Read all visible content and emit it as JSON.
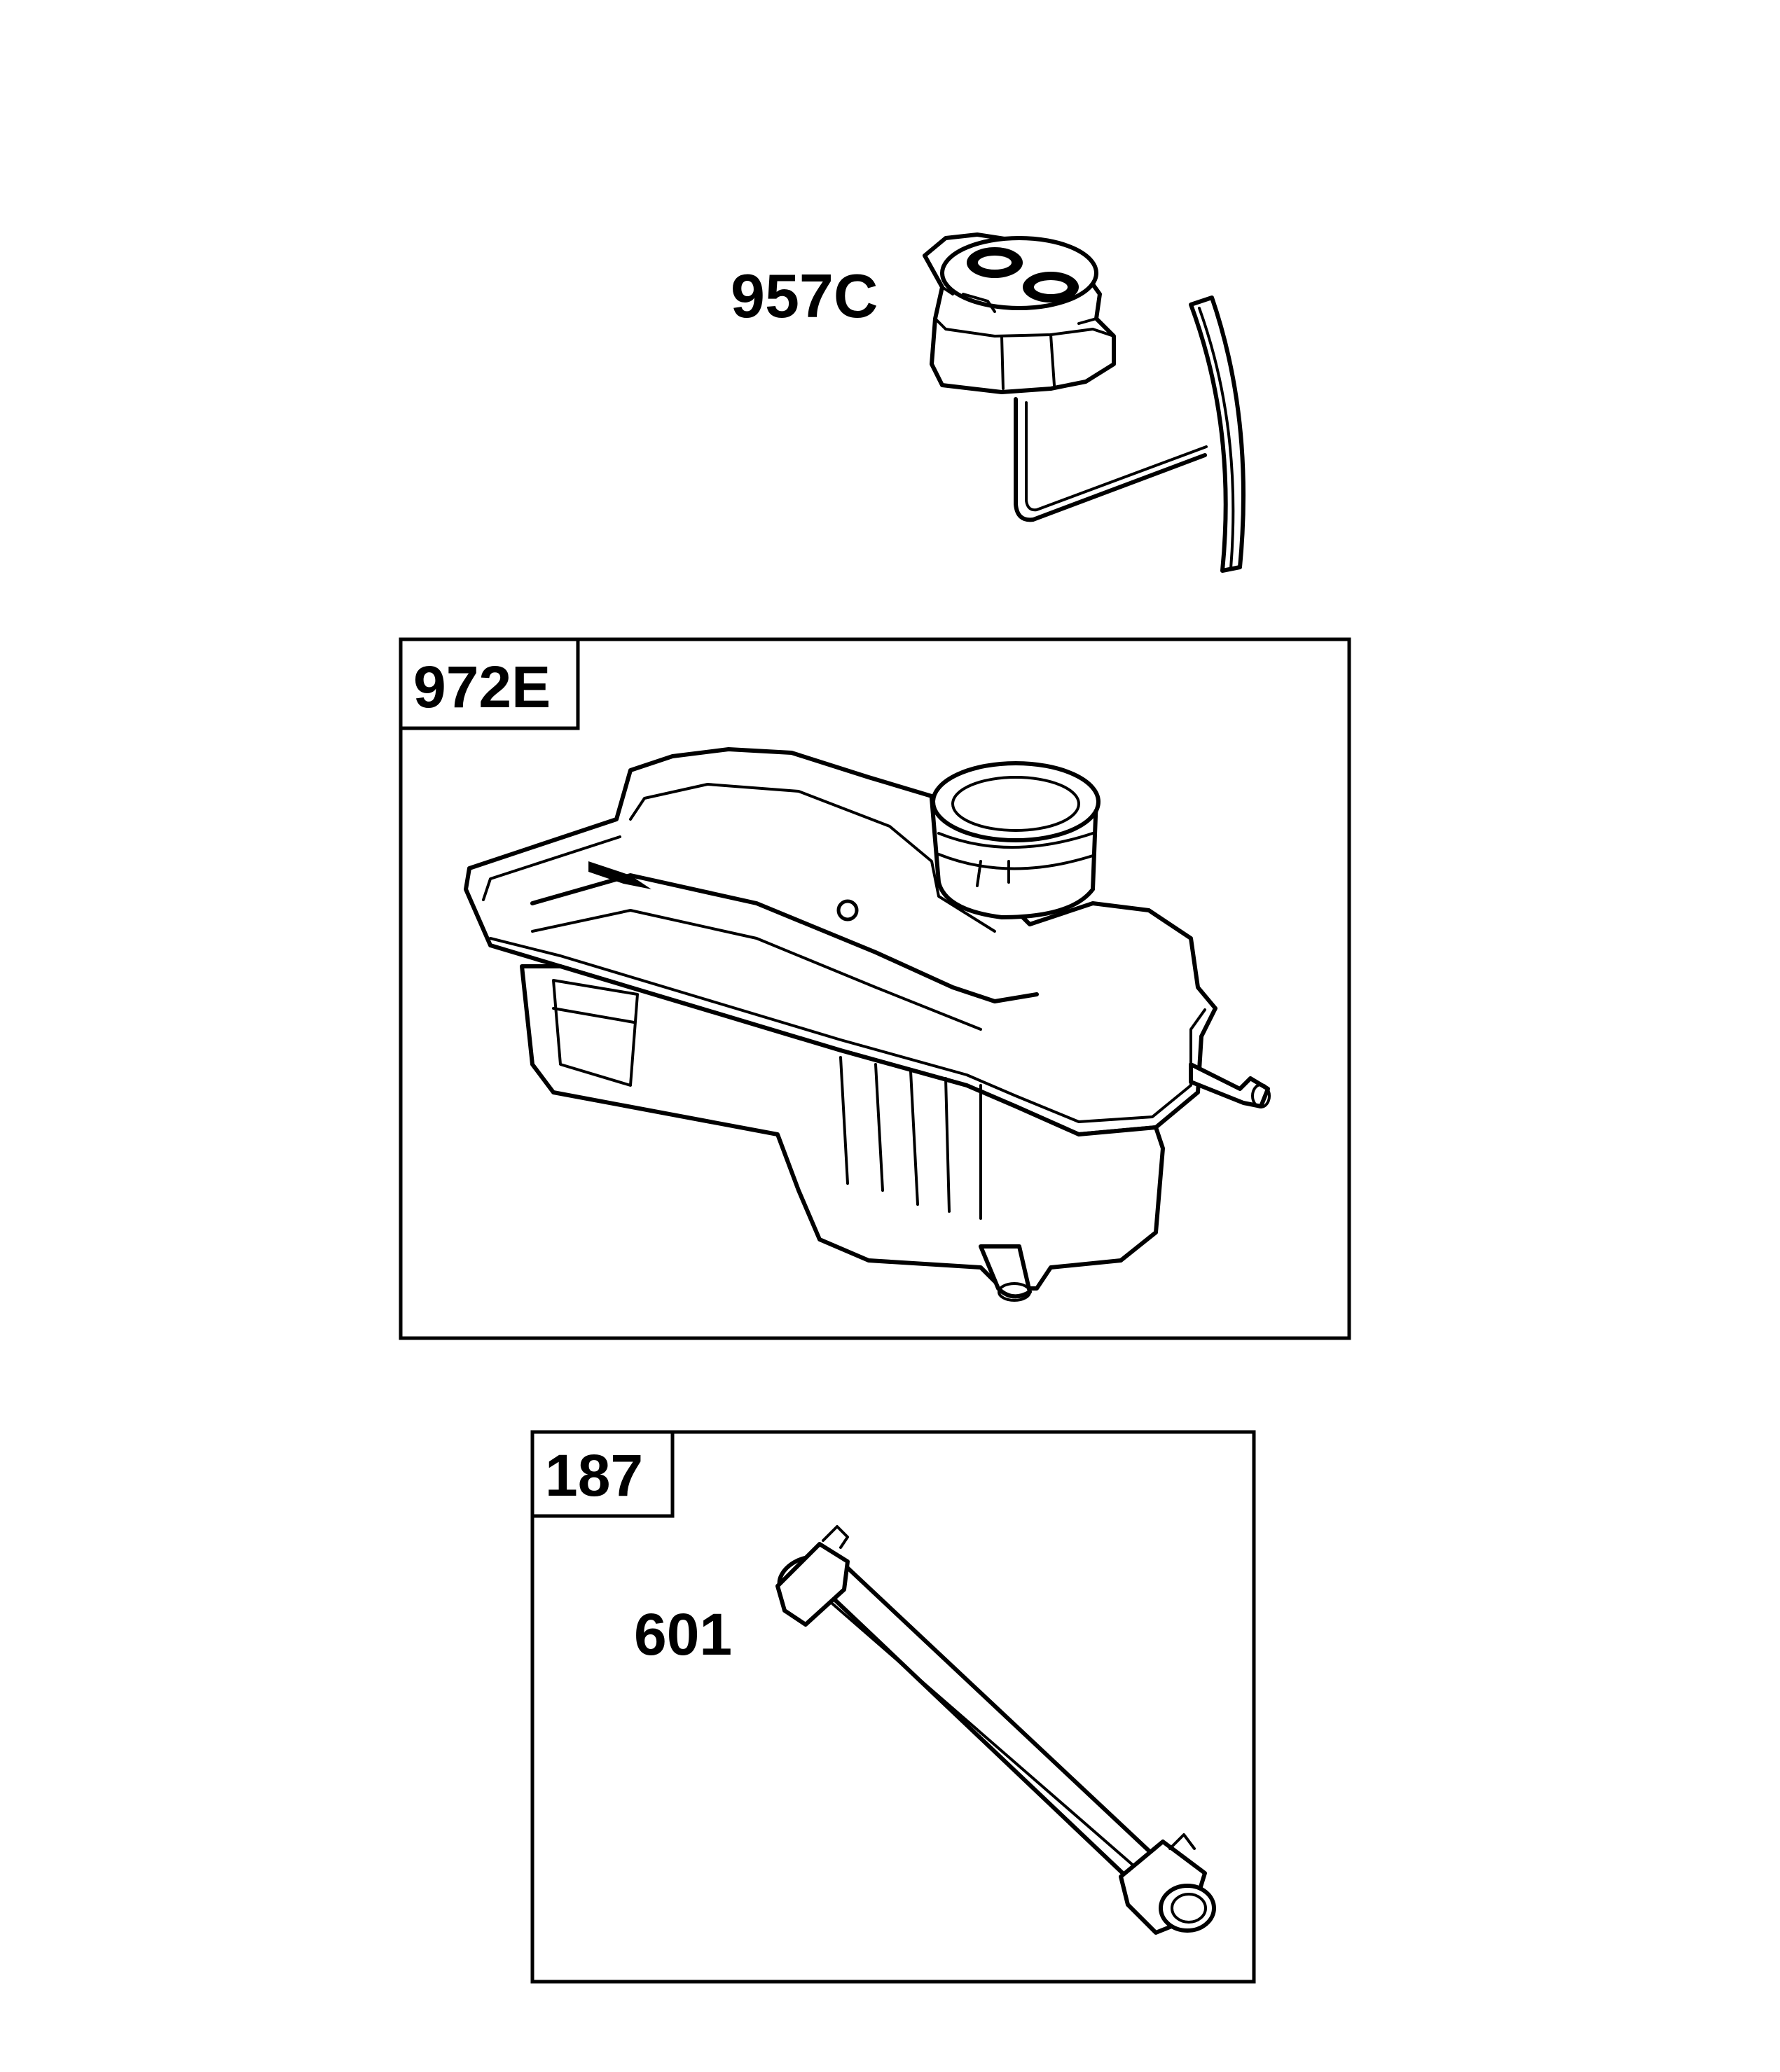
{
  "parts": {
    "cap": {
      "label": "957C"
    },
    "tank_box": {
      "label": "972E"
    },
    "line_box": {
      "label": "187"
    },
    "hose": {
      "label": "601"
    }
  }
}
